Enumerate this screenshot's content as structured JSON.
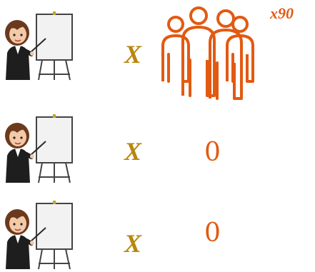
{
  "colors": {
    "multiplier": "#b8860b",
    "accent": "#e25a12",
    "board": "#f2f2f2",
    "board_frame": "#444444",
    "skin": "#f3c9a7",
    "hair": "#6b3a1e",
    "suit": "#1e1e1e"
  },
  "rows": [
    {
      "multiplier": "X",
      "audience_icon": "people-group-icon",
      "factor": "x90"
    },
    {
      "multiplier": "X",
      "count": "0"
    },
    {
      "multiplier": "X",
      "count": "0"
    }
  ]
}
